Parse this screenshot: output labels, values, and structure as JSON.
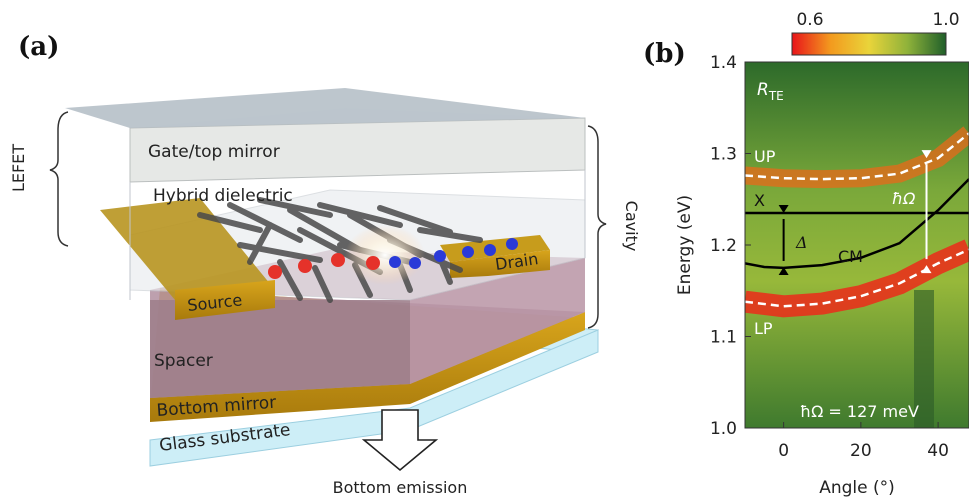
{
  "panel_a": {
    "label": "(a)",
    "layers": {
      "gate": "Gate/top mirror",
      "dielectric": "Hybrid dielectric",
      "source": "Source",
      "drain": "Drain",
      "spacer": "Spacer",
      "bottom_mirror": "Bottom mirror",
      "glass": "Glass substrate"
    },
    "bracket_left": "LEFET",
    "bracket_right": "Cavity",
    "emission": "Bottom emission"
  },
  "panel_b": {
    "label": "(b)",
    "colorbar": {
      "min": "0.6",
      "max": "1.0",
      "colors": [
        "#e8141a",
        "#f39a1e",
        "#e9d43a",
        "#8fb23a",
        "#1f5f2a"
      ]
    },
    "title_symbol": "R",
    "title_subscript": "TE",
    "labels": {
      "up": "UP",
      "lp": "LP",
      "x": "X",
      "cm": "CM",
      "delta": "Δ",
      "rabi": "ħΩ",
      "rabi_value": "ħΩ = 127 meV"
    }
  },
  "chart_data": {
    "type": "heatmap",
    "xlabel": "Angle (°)",
    "ylabel": "Energy (eV)",
    "xlim": [
      -10,
      48
    ],
    "ylim": [
      1.0,
      1.4
    ],
    "xticks": [
      0,
      20,
      40
    ],
    "yticks": [
      1.0,
      1.1,
      1.2,
      1.3,
      1.4
    ],
    "xtick_labels": [
      "0",
      "20",
      "40"
    ],
    "ytick_labels": [
      "1.0",
      "1.1",
      "1.2",
      "1.3",
      "1.4"
    ],
    "series": [
      {
        "name": "X",
        "x": [
          -10,
          48
        ],
        "y": [
          1.235,
          1.235
        ]
      },
      {
        "name": "CM",
        "x": [
          -10,
          -5,
          0,
          10,
          20,
          30,
          40,
          48
        ],
        "y": [
          1.18,
          1.176,
          1.175,
          1.178,
          1.186,
          1.202,
          1.238,
          1.272
        ]
      },
      {
        "name": "UP",
        "x": [
          -10,
          0,
          10,
          20,
          30,
          40,
          48
        ],
        "y": [
          1.276,
          1.273,
          1.272,
          1.273,
          1.278,
          1.295,
          1.322
        ]
      },
      {
        "name": "LP",
        "x": [
          -10,
          0,
          10,
          20,
          30,
          40,
          48
        ],
        "y": [
          1.138,
          1.133,
          1.136,
          1.144,
          1.158,
          1.18,
          1.195
        ]
      }
    ],
    "annotations": [
      {
        "text": "Δ",
        "x": 0,
        "y1": 1.176,
        "y2": 1.235
      },
      {
        "text": "ħΩ",
        "x": 37,
        "y1": 1.178,
        "y2": 1.295
      },
      {
        "text": "ħΩ = 127 meV"
      }
    ]
  }
}
